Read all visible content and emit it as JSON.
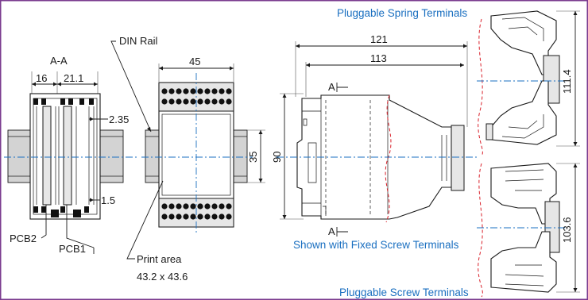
{
  "section_view": {
    "title": "A-A",
    "dim_left": "16",
    "dim_right": "21.1",
    "dim_top_gap": "2.35",
    "dim_bottom_gap": "1.5",
    "pcb2_label": "PCB2",
    "pcb1_label": "PCB1"
  },
  "front_view": {
    "din_rail_label": "DIN Rail",
    "width_dim": "45",
    "height_dim": "35",
    "print_area_label": "Print area",
    "print_area_size": "43.2 x 43.6"
  },
  "side_view": {
    "overall_depth": "121",
    "body_depth": "113",
    "height_dim": "90",
    "section_marker_top": "A",
    "section_marker_bottom": "A",
    "caption": "Shown with Fixed Screw Terminals"
  },
  "spring_terminals": {
    "caption": "Pluggable Spring Terminals",
    "height_dim": "111.4"
  },
  "screw_terminals": {
    "caption": "Pluggable Screw Terminals",
    "height_dim": "103.6"
  },
  "colors": {
    "accent_blue": "#1a6fc0",
    "break_line_red": "#d9202a",
    "frame_purple": "#7a3b8f"
  }
}
